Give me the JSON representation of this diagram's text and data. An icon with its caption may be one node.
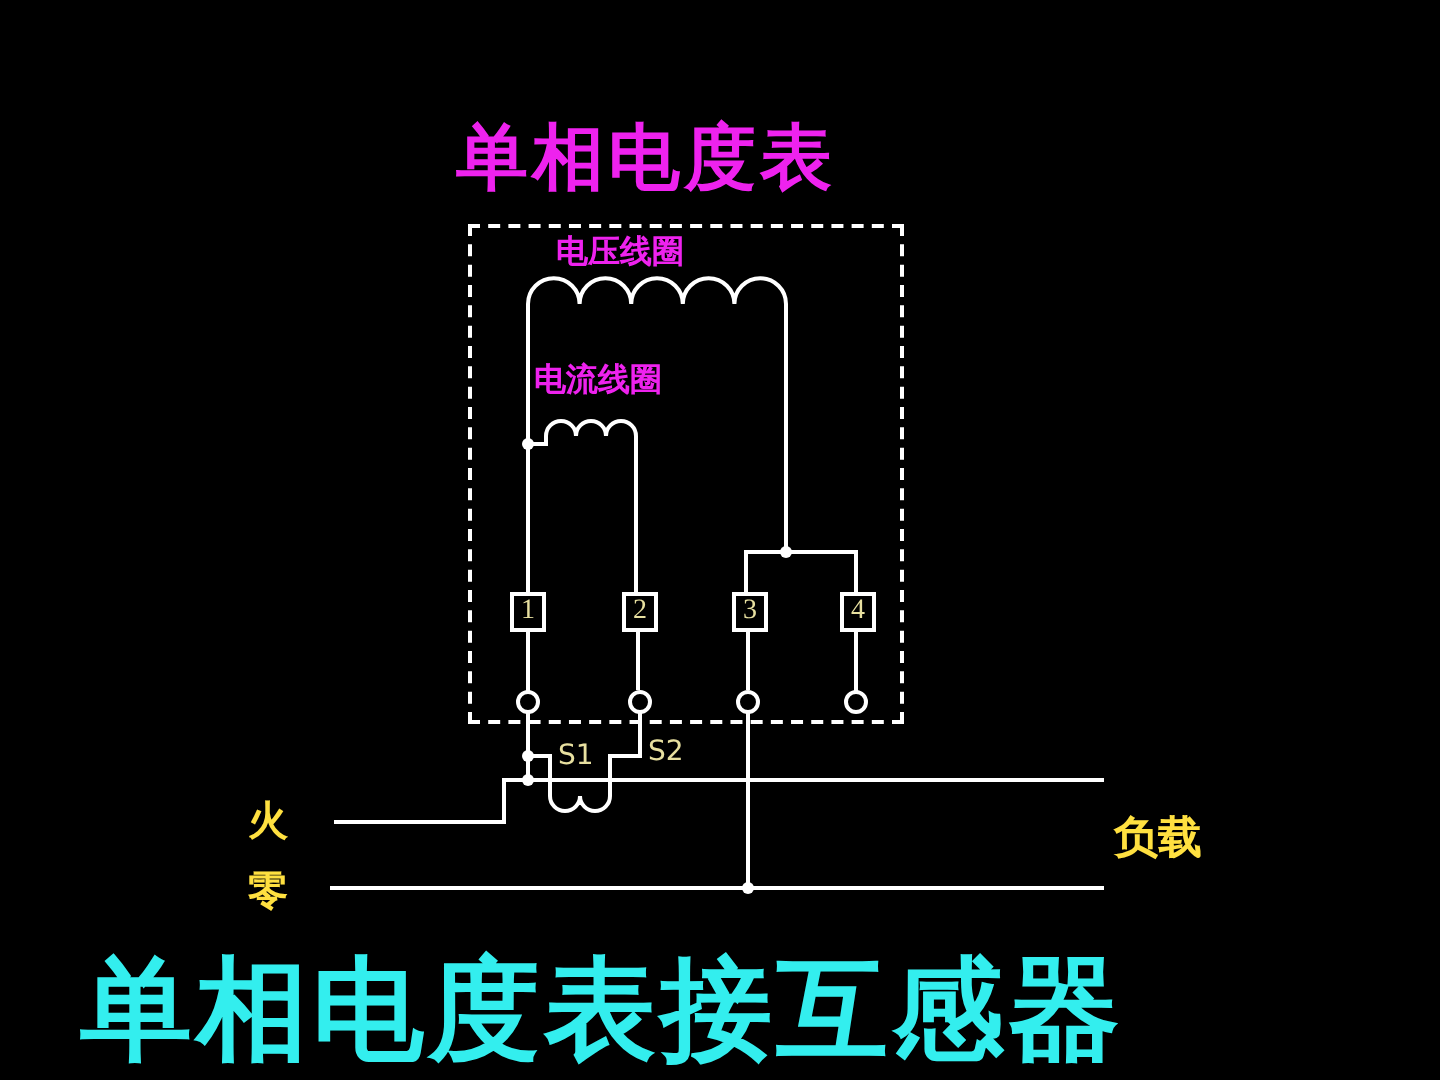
{
  "diagram": {
    "title": "单相电度表接互感器",
    "nodes": [
      {
        "text": [
          "单相电度表"
        ]
      },
      {
        "text": [
          "1"
        ],
        "in": 0
      },
      {
        "text": [
          "2"
        ],
        "in": 0
      },
      {
        "text": [
          "3"
        ],
        "in": 0
      },
      {
        "text": [
          "4"
        ],
        "in": 0
      }
    ],
    "labels": [
      "电压线圈",
      "电流线圈",
      "S1",
      "S2",
      "火",
      "零",
      "负载"
    ]
  }
}
